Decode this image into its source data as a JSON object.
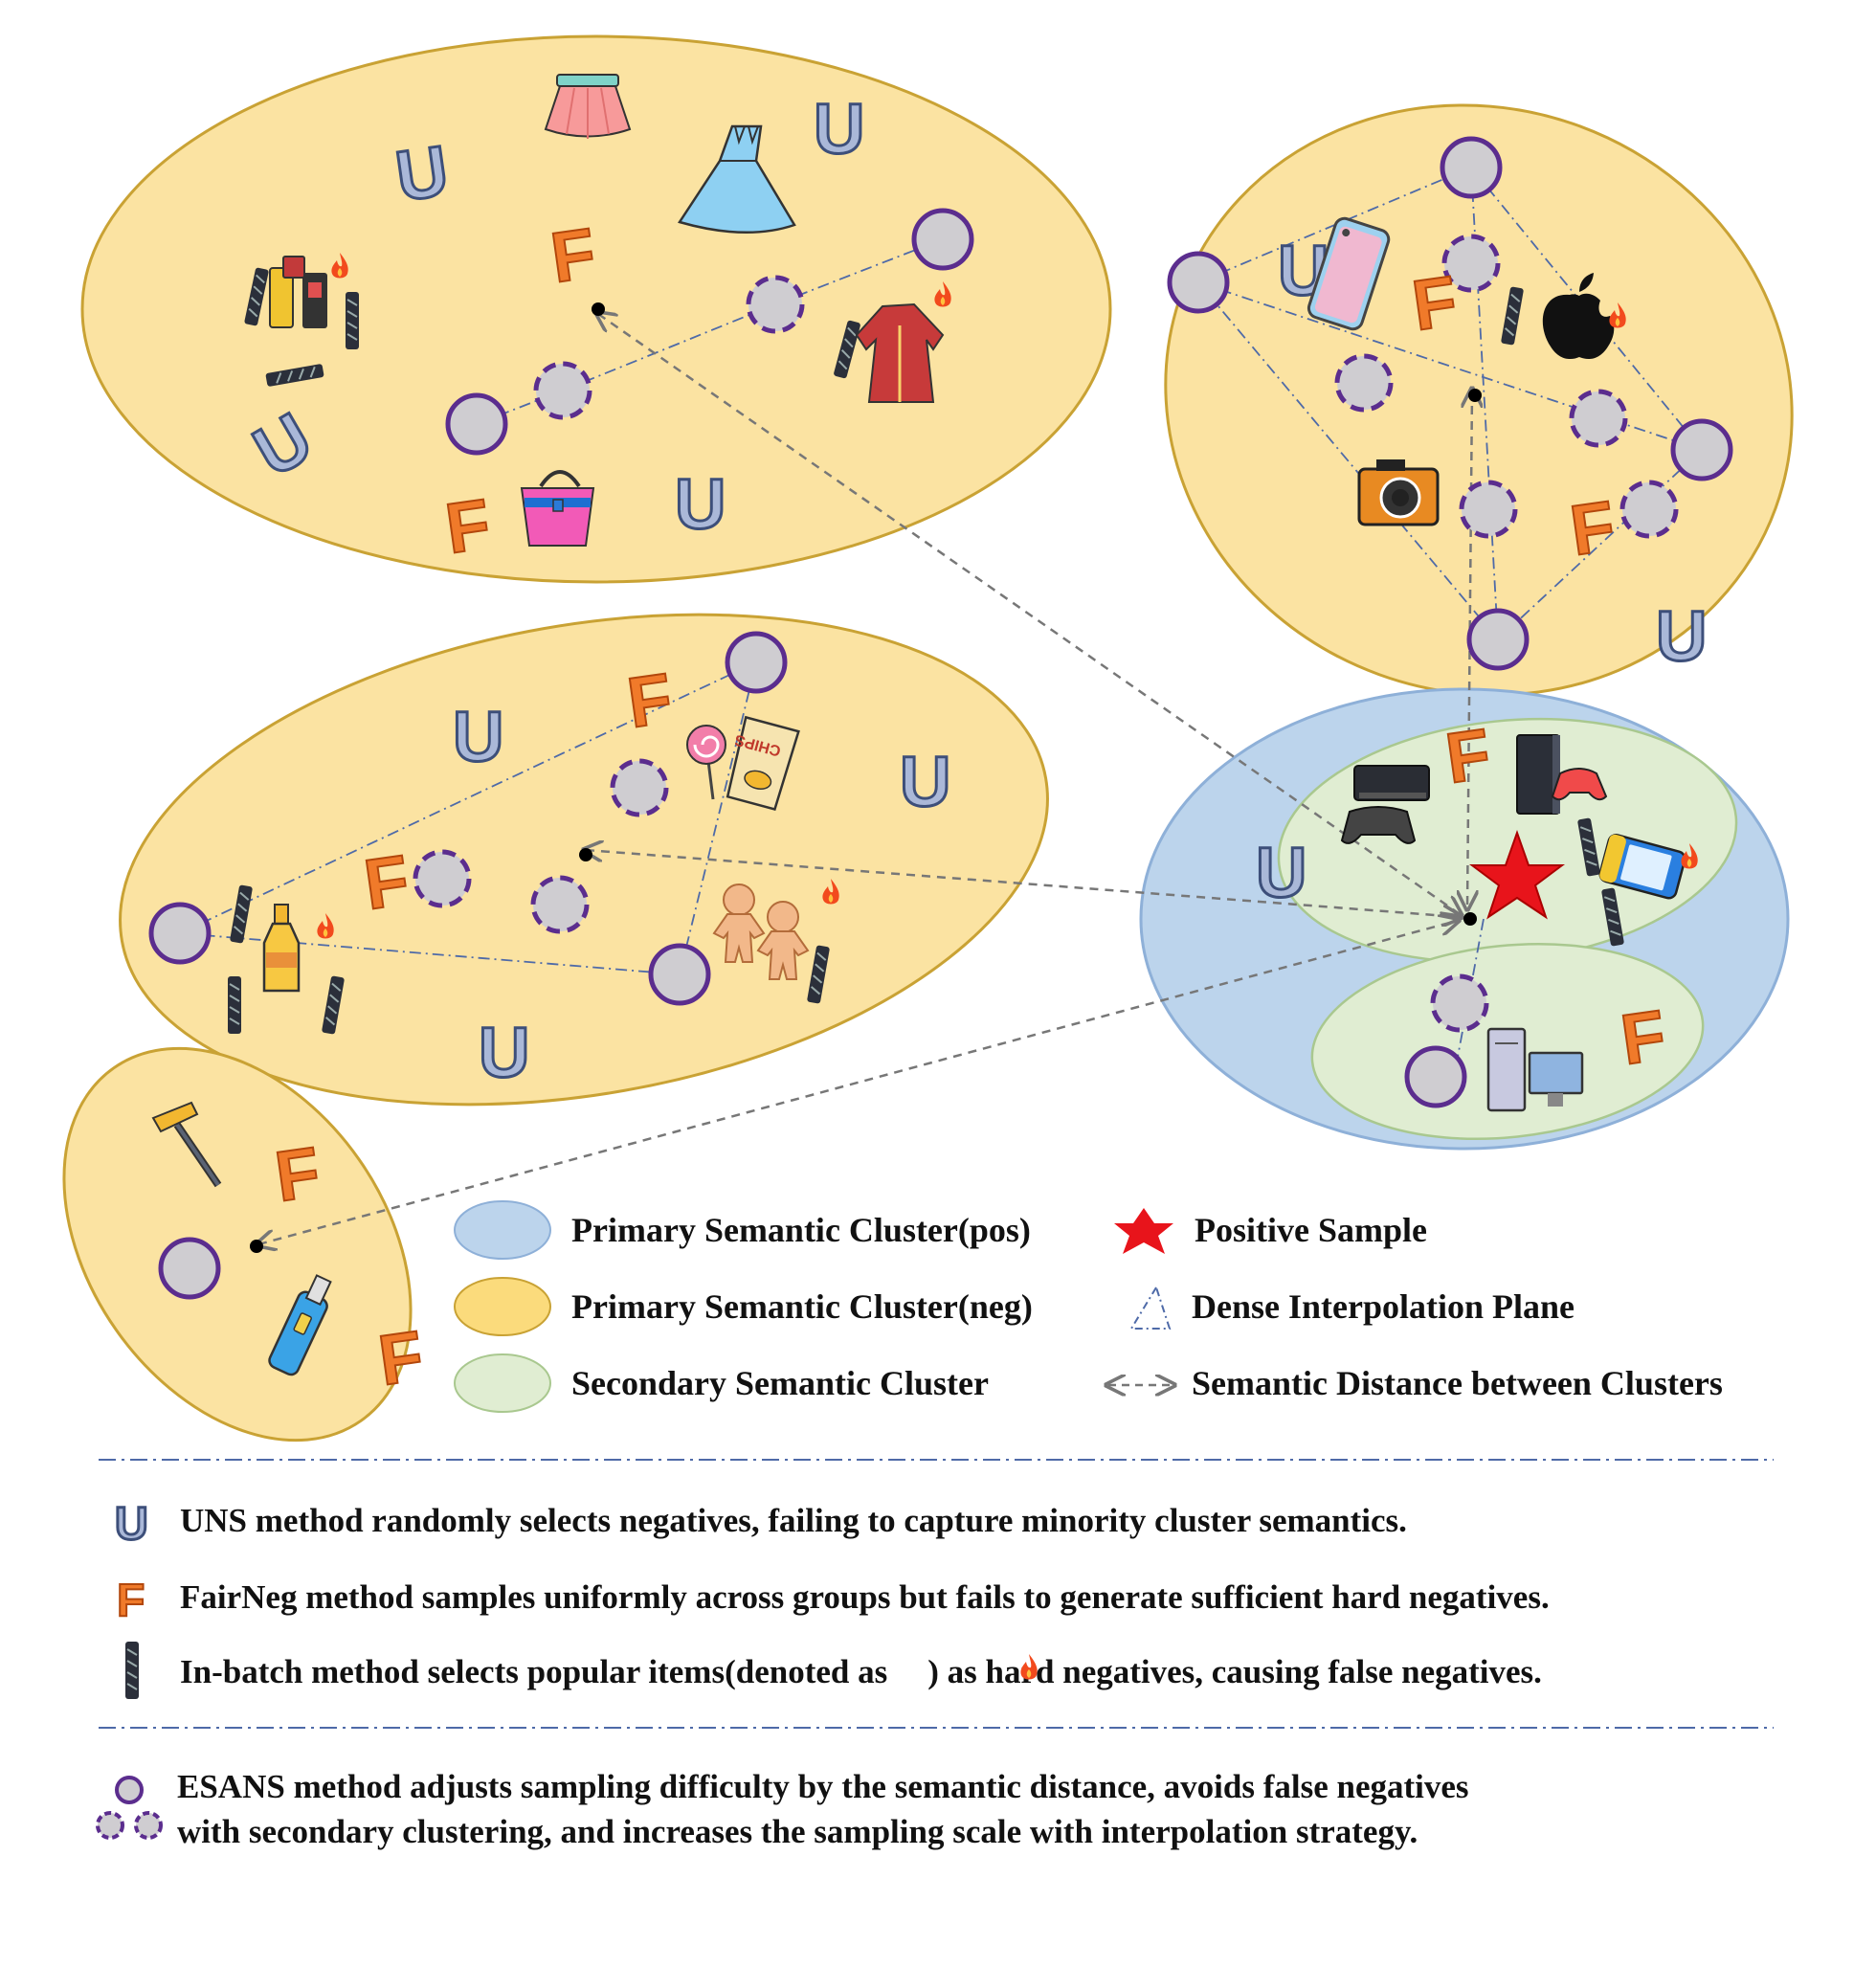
{
  "legend": {
    "primary_pos": "Primary Semantic Cluster(pos)",
    "primary_neg": "Primary Semantic Cluster(neg)",
    "secondary": "Secondary Semantic Cluster",
    "positive_sample": "Positive Sample",
    "dense_plane": "Dense Interpolation Plane",
    "semantic_distance": "Semantic Distance between Clusters"
  },
  "descriptions": {
    "uns": "UNS method randomly selects negatives, failing to capture minority cluster semantics.",
    "fairneg": "FairNeg method samples uniformly across groups but fails to generate sufficient hard negatives.",
    "inbatch_before": "In-batch method selects popular items(denoted as",
    "inbatch_after": ") as hard negatives, causing false negatives.",
    "esans_line1": "ESANS method adjusts sampling difficulty by the semantic distance, avoids false negatives",
    "esans_line2": "with secondary clustering, and increases the sampling scale with interpolation strategy."
  },
  "marks": {
    "uns": "U",
    "fairneg": "F"
  },
  "icons": [
    "skirt-icon",
    "dress-icon",
    "lipstick-icon",
    "robe-icon",
    "handbag-icon",
    "phone-icon",
    "apple-logo-icon",
    "camera-icon",
    "lollipop-icon",
    "chips-icon",
    "soda-bottle-icon",
    "gingerbread-icon",
    "hammer-icon",
    "box-cutter-icon",
    "game-console-icon",
    "playstation-icon",
    "handheld-console-icon",
    "desktop-computer-icon",
    "fire-icon"
  ],
  "colors": {
    "primary_pos_fill": "#bcd4ec",
    "primary_neg_fill": "#fbe3a2",
    "secondary_fill": "#e0edd2",
    "neg_stroke": "#c9a234",
    "pos_stroke": "#8eb0d8",
    "sec_stroke": "#a9c88f",
    "positive_star": "#e8141b",
    "esans_stroke": "#5b2d8e",
    "uns_color": "#3d4f7a",
    "fairneg_color": "#f07a2a"
  }
}
